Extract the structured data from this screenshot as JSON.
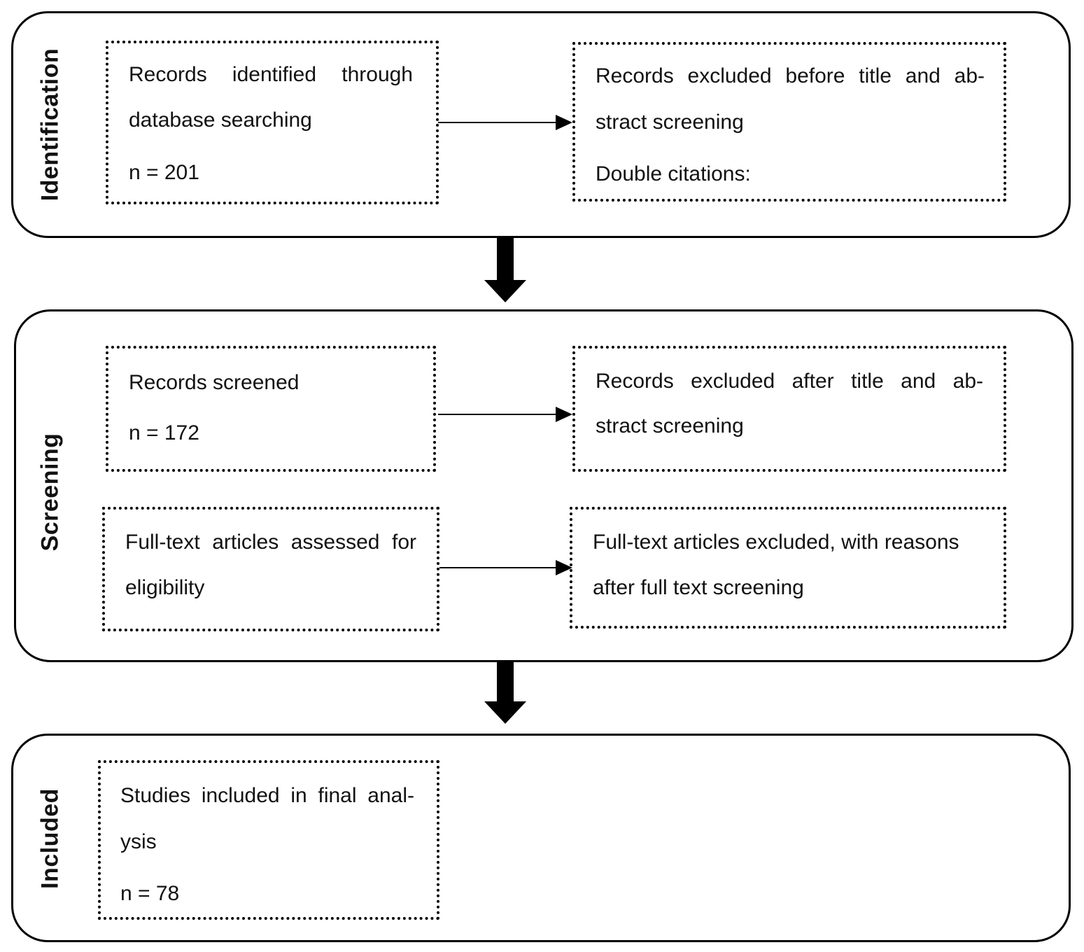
{
  "stages": {
    "identification": {
      "label": "Identification"
    },
    "screening": {
      "label": "Screening"
    },
    "included": {
      "label": "Included"
    }
  },
  "boxes": {
    "records_identified": {
      "lines": [
        "Records identified through",
        "database searching"
      ],
      "count": "n = 201"
    },
    "excluded_before_screening": {
      "lines": [
        "Records excluded before title and ab-",
        "stract screening",
        "Double citations:"
      ]
    },
    "records_screened": {
      "lines": [
        "Records screened"
      ],
      "count": "n = 172"
    },
    "excluded_after_screening": {
      "lines": [
        "Records excluded after title and ab-",
        "stract screening"
      ]
    },
    "fulltext_assessed": {
      "lines": [
        "Full-text articles assessed for",
        "eligibility"
      ]
    },
    "fulltext_excluded": {
      "lines": [
        "Full-text articles excluded, with reasons",
        "after full text screening"
      ]
    },
    "studies_included": {
      "lines": [
        "Studies included in final anal-",
        "ysis"
      ],
      "count": "n = 78"
    }
  }
}
